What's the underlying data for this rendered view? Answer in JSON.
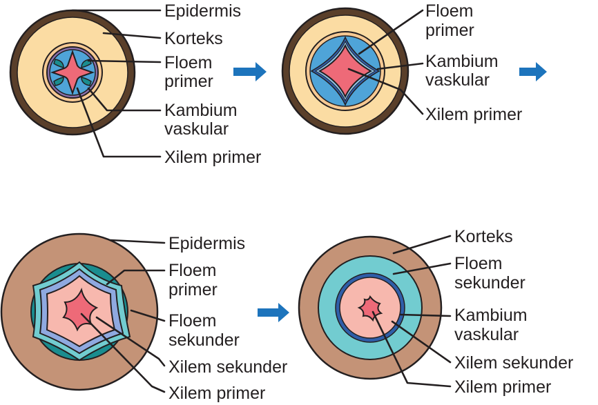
{
  "colors": {
    "epidermis": "#5a3f2a",
    "korteks": "#fbdca3",
    "korteks_mature": "#c49377",
    "floem_primer_blue": "#4fa4d8",
    "floem_teal": "#1a8d8f",
    "floem_sekunder": "#72ccd0",
    "kambium_dark": "#2f5ea8",
    "xilem_red": "#ee6a78",
    "xilem_sekunder_pink": "#f7b8ae",
    "arrow_blue": "#1d74bc",
    "line": "#231f20"
  },
  "diagram1": {
    "labels": {
      "epidermis": "Epidermis",
      "korteks": "Korteks",
      "floem_primer_1": "Floem",
      "floem_primer_2": "primer",
      "kambium_1": "Kambium",
      "kambium_2": "vaskular",
      "xilem_primer": "Xilem primer"
    }
  },
  "diagram2": {
    "labels": {
      "floem_primer_1": "Floem",
      "floem_primer_2": "primer",
      "kambium_1": "Kambium",
      "kambium_2": "vaskular",
      "xilem_primer": "Xilem primer"
    }
  },
  "diagram3": {
    "labels": {
      "epidermis": "Epidermis",
      "floem_primer_1": "Floem",
      "floem_primer_2": "primer",
      "floem_sekunder_1": "Floem",
      "floem_sekunder_2": "sekunder",
      "xilem_sekunder": "Xilem sekunder",
      "xilem_primer": "Xilem primer"
    }
  },
  "diagram4": {
    "labels": {
      "korteks": "Korteks",
      "floem_sekunder_1": "Floem",
      "floem_sekunder_2": "sekunder",
      "kambium_1": "Kambium",
      "kambium_2": "vaskular",
      "xilem_sekunder": "Xilem sekunder",
      "xilem_primer": "Xilem primer"
    }
  }
}
